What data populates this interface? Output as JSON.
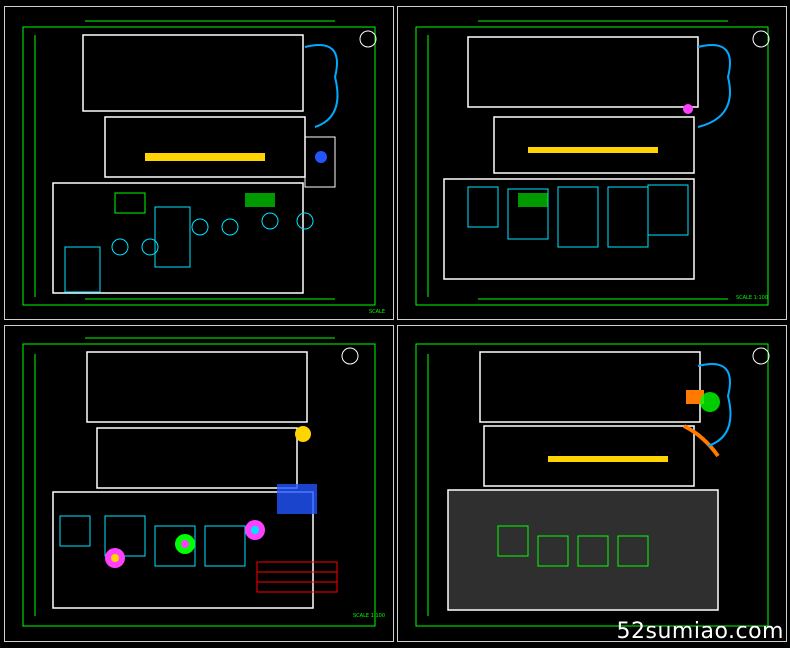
{
  "sheets": [
    {
      "id": "sheet-top-left",
      "scale_text": "SCALE",
      "title_text": ""
    },
    {
      "id": "sheet-top-right",
      "scale_text": "SCALE 1:100",
      "title_text": ""
    },
    {
      "id": "sheet-bottom-left",
      "scale_text": "SCALE 1:100",
      "title_text": ""
    },
    {
      "id": "sheet-bottom-right",
      "scale_text": "",
      "title_text": ""
    }
  ],
  "watermark": "52sumiao.com",
  "colors": {
    "background": "#000000",
    "frame": "#cfcfcf",
    "dimension": "#00ff00",
    "wall": "#ffffff",
    "furniture": "#00e5ff",
    "detail": "#ff40ff",
    "accent": "#ffd400"
  }
}
